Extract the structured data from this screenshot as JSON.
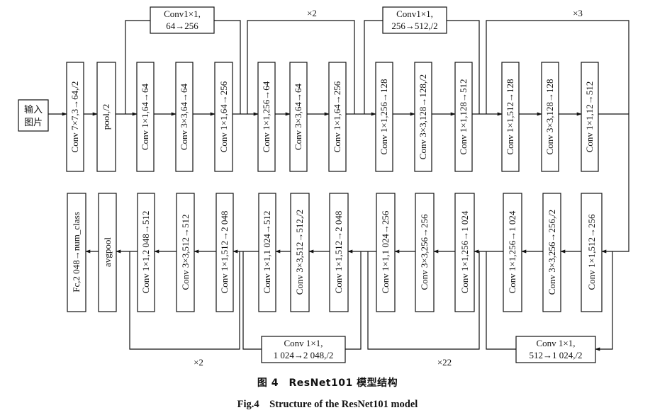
{
  "input": {
    "line1": "输入",
    "line2": "图片"
  },
  "stem": {
    "conv": "Conv 7×7,3→64,/2",
    "pool": "pool,/2"
  },
  "stage1": {
    "blocks": [
      "Conv 1×1,64→64",
      "Conv 3×3,64→64",
      "Conv 1×1,64→256"
    ],
    "shortcut_line1": "Conv1×1,",
    "shortcut_line2": "64→256",
    "repeat": "×2"
  },
  "stage2": {
    "blocks": [
      "Conv 1×1,256→64",
      "Conv 3×3,64→64",
      "Conv 1×1,64→256"
    ]
  },
  "stage3": {
    "blocks": [
      "Conv 1×1,256→128",
      "Conv 3×3,128→128,/2",
      "Conv 1×1,128→512"
    ],
    "shortcut_line1": "Conv1×1,",
    "shortcut_line2": "256→512,/2",
    "repeat": "×3"
  },
  "stage4": {
    "blocks": [
      "Conv 1×1,512→128",
      "Conv 3×3,128→128",
      "Conv 1×1,12→512"
    ]
  },
  "stage5": {
    "blocks": [
      "Conv 1×1,512→256",
      "Conv 3×3,256→256,/2",
      "Conv 1×1,256→1 024"
    ],
    "shortcut_line1": "Conv 1×1,",
    "shortcut_line2": "512→1 024,/2"
  },
  "stage6": {
    "blocks": [
      "Conv 1×1,1 024→256",
      "Conv 3×3,256→256",
      "Conv 1×1,256→1 024"
    ],
    "repeat": "×22"
  },
  "stage7": {
    "blocks": [
      "Conv 1×1,1 024→512",
      "Conv 3×3,512→512,/2",
      "Conv 1×1,512→2 048"
    ],
    "shortcut_line1": "Conv 1×1,",
    "shortcut_line2": "1 024→2 048,/2"
  },
  "stage8": {
    "blocks": [
      "Conv 1×1,2 048→512",
      "Conv 3×3,512→512",
      "Conv 1×1,512→2 048"
    ],
    "repeat": "×2"
  },
  "head": {
    "avgpool": "avgpool",
    "fc": "Fc,2 048→num_class"
  },
  "caption": {
    "cn": "图 4　ResNet101 模型结构",
    "en": "Fig.4　Structure of the ResNet101 model"
  }
}
